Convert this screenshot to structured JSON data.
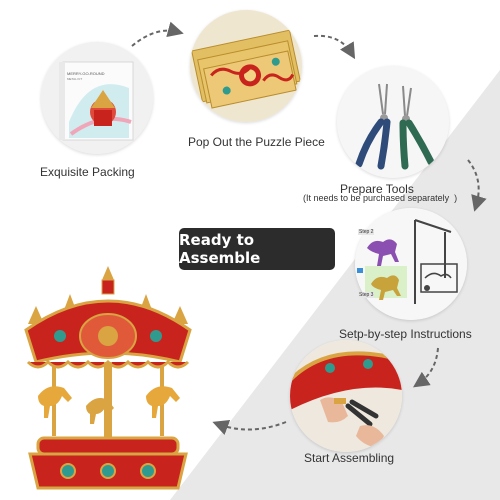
{
  "steps": [
    {
      "caption": "Exquisite Packing",
      "icon": "box-icon"
    },
    {
      "caption": "Pop Out the Puzzle Piece",
      "icon": "puzzle-sheet-icon"
    },
    {
      "caption": "Prepare Tools",
      "note": "(It needs to be purchased separately  )",
      "icon": "pliers-icon"
    },
    {
      "caption": "Setp-by-step Instructions",
      "icon": "instructions-icon"
    },
    {
      "caption": "Start Assembling",
      "icon": "assembling-icon"
    }
  ],
  "banner": {
    "label": "Ready to Assemble"
  },
  "box_label": {
    "line1": "MERRY-GO-ROUND",
    "line2": "METAL KIT"
  },
  "instructions": {
    "step_a": "Step 2",
    "step_b": "Step 3"
  },
  "colors": {
    "banner_bg": "#2c2c2c",
    "diagonal_band": "#e6e6e6",
    "arrow": "#666666",
    "gold": "#d9a441",
    "red": "#c8241d",
    "tool_handle": "#2f4b7a"
  }
}
